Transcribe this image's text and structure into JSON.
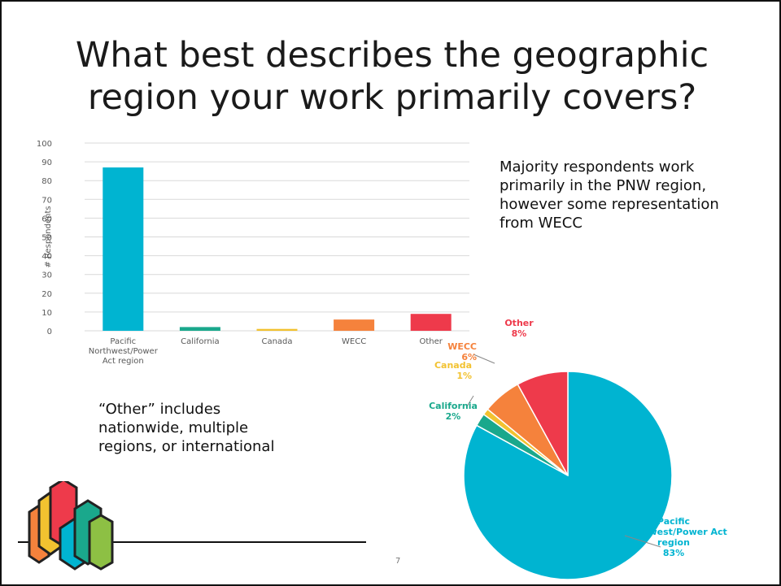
{
  "slide": {
    "title": "What best describes the geographic region your work primarily covers?",
    "summary_note": "Majority respondents work primarily in the PNW region, however some representation from WECC",
    "other_note": "“Other” includes nationwide, multiple regions, or international",
    "page_number": "7"
  },
  "colors": {
    "pacific": "#00b4d1",
    "california": "#1aa88c",
    "canada": "#f2c230",
    "wecc": "#f5823c",
    "other": "#ee3a4b",
    "grid": "#d9d9d9",
    "tick_text": "#595959"
  },
  "chart_data": [
    {
      "type": "bar",
      "ylabel": "# Respondents",
      "ylim": [
        0,
        100
      ],
      "yticks": [
        "0",
        "10",
        "20",
        "30",
        "40",
        "50",
        "60",
        "70",
        "80",
        "90",
        "100"
      ],
      "grid": true,
      "categories": [
        [
          "Pacific",
          "Northwest/Power",
          "Act region"
        ],
        [
          "California"
        ],
        [
          "Canada"
        ],
        [
          "WECC"
        ],
        [
          "Other"
        ]
      ],
      "values": [
        87,
        2,
        1,
        6,
        9
      ],
      "color_keys": [
        "pacific",
        "california",
        "canada",
        "wecc",
        "other"
      ]
    },
    {
      "type": "pie",
      "slices": [
        {
          "label": [
            "Pacific",
            "Northwest/Power Act",
            "region"
          ],
          "pct_label": "83%",
          "value": 83,
          "color_key": "pacific"
        },
        {
          "label": [
            "California"
          ],
          "pct_label": "2%",
          "value": 2,
          "color_key": "california"
        },
        {
          "label": [
            "Canada"
          ],
          "pct_label": "1%",
          "value": 1,
          "color_key": "canada"
        },
        {
          "label": [
            "WECC"
          ],
          "pct_label": "6%",
          "value": 6,
          "color_key": "wecc"
        },
        {
          "label": [
            "Other"
          ],
          "pct_label": "8%",
          "value": 8,
          "color_key": "other"
        }
      ]
    }
  ]
}
